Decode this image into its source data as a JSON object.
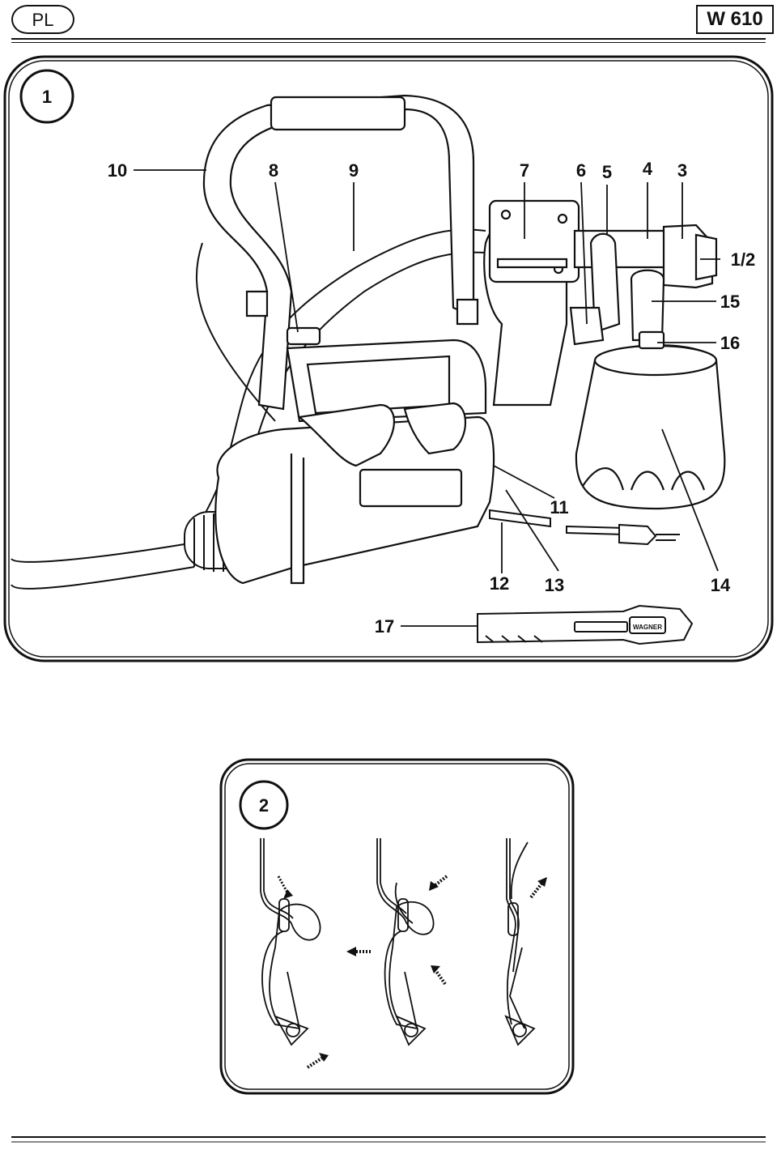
{
  "header": {
    "language_code": "PL",
    "model": "W 610"
  },
  "figure1": {
    "number": "1",
    "labels": {
      "l10": "10",
      "l8": "8",
      "l9": "9",
      "l7": "7",
      "l6": "6",
      "l5": "5",
      "l4": "4",
      "l3": "3",
      "l1_2": "1/2",
      "l15": "15",
      "l16": "16",
      "l11": "11",
      "l12": "12",
      "l13": "13",
      "l14": "14",
      "l17": "17"
    },
    "tool_brand": "WAGNER"
  },
  "figure2": {
    "number": "2"
  }
}
